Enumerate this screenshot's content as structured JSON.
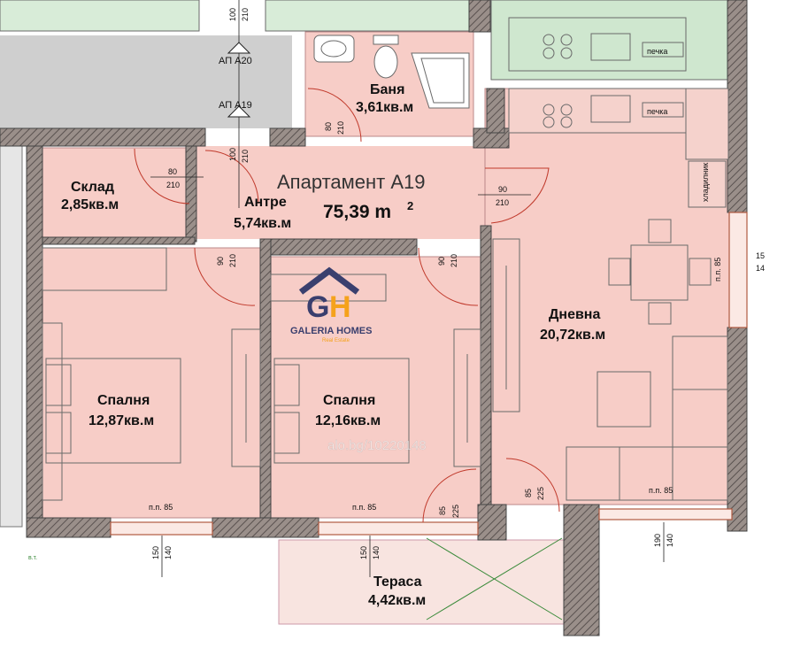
{
  "apartment": {
    "title": "Апартамент А19",
    "area_value": "75,39 m",
    "area_sup": "2"
  },
  "rooms": [
    {
      "id": "storage",
      "name": "Склад",
      "area": "2,85кв.м"
    },
    {
      "id": "hall",
      "name": "Антре",
      "area": "5,74кв.м"
    },
    {
      "id": "bath",
      "name": "Баня",
      "area": "3,61кв.м"
    },
    {
      "id": "living",
      "name": "Дневна",
      "area": "20,72кв.м"
    },
    {
      "id": "bed1",
      "name": "Спалня",
      "area": "12,87кв.м"
    },
    {
      "id": "bed2",
      "name": "Спалня",
      "area": "12,16кв.м"
    },
    {
      "id": "terrace",
      "name": "Тераса",
      "area": "4,42кв.м"
    }
  ],
  "apartment_codes": {
    "upper": "АП А20",
    "lower": "АП А19"
  },
  "door_dims": {
    "d80_210": [
      "80",
      "210"
    ],
    "d100_210": [
      "100",
      "210"
    ],
    "d90_210": [
      "90",
      "210"
    ],
    "d85_225": [
      "85",
      "225"
    ],
    "d150_140": [
      "150",
      "140"
    ],
    "d190_140": [
      "190",
      "140"
    ],
    "d15_14": [
      "15",
      "14"
    ]
  },
  "window_note": "п.п. 85",
  "appliance_labels": {
    "stove": "печка",
    "fridge": "хладилник",
    "radiator": "в.т."
  },
  "watermark": "alo.bg/10220148",
  "logo": {
    "name": "GALERIA HOMES",
    "tagline": "Real Estate",
    "initials": "GH"
  },
  "colors": {
    "room_fill": "#f7cdc7",
    "wall": "#8a7f7a",
    "green_room": "#cfe7cf",
    "corridor": "#cfcfcf",
    "brand": "#3a3f6e",
    "accent": "#f5a21b"
  }
}
